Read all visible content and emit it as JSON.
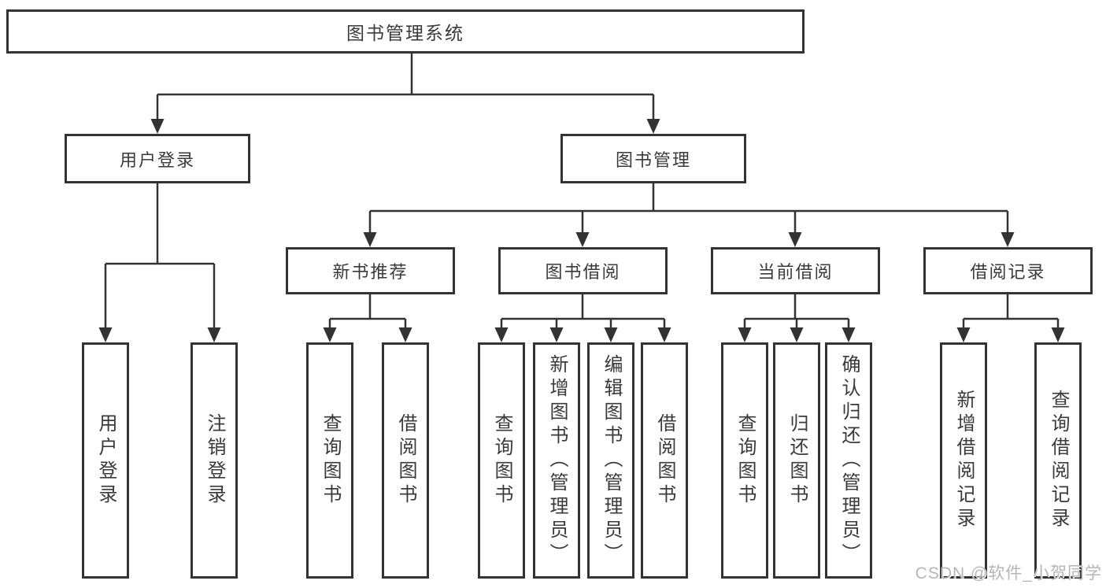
{
  "diagram_title": "图书管理系统",
  "watermark": "CSDN @软件_小贺同学",
  "colors": {
    "line": "#333333",
    "text": "#3a3a3a",
    "watermark": "#b6b6b6",
    "background": "#ffffff"
  },
  "tree": {
    "root": {
      "label": "图书管理系统",
      "children": [
        {
          "label": "用户登录",
          "children": [
            {
              "label": "用户登录"
            },
            {
              "label": "注销登录"
            }
          ]
        },
        {
          "label": "图书管理",
          "children": [
            {
              "label": "新书推荐",
              "children": [
                {
                  "label": "查询图书"
                },
                {
                  "label": "借阅图书"
                }
              ]
            },
            {
              "label": "图书借阅",
              "children": [
                {
                  "label": "查询图书"
                },
                {
                  "label": "新增图书（管理员）"
                },
                {
                  "label": "编辑图书（管理员）"
                },
                {
                  "label": "借阅图书"
                }
              ]
            },
            {
              "label": "当前借阅",
              "children": [
                {
                  "label": "查询图书"
                },
                {
                  "label": "归还图书"
                },
                {
                  "label": "确认归还（管理员）"
                }
              ]
            },
            {
              "label": "借阅记录",
              "children": [
                {
                  "label": "新增借阅记录"
                },
                {
                  "label": "查询借阅记录"
                }
              ]
            }
          ]
        }
      ]
    }
  }
}
